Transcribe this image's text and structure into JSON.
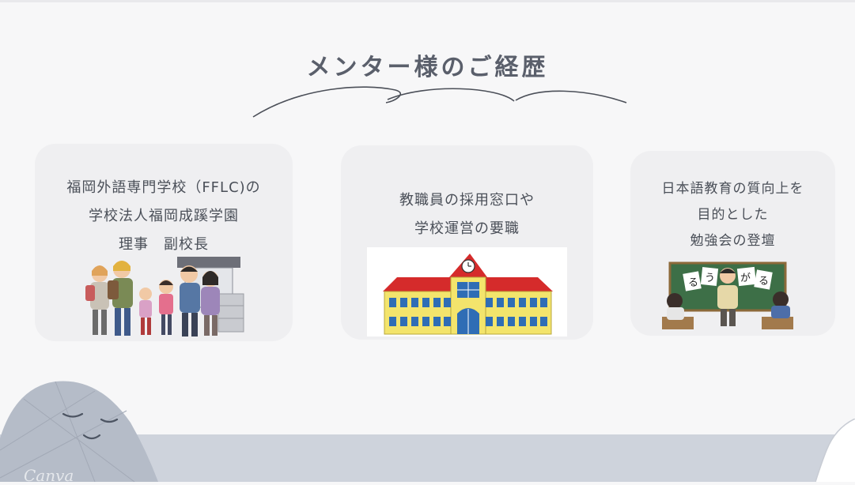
{
  "slide": {
    "title": "メンター様のご経歴",
    "watermark": "Canva"
  },
  "cards": [
    {
      "lines": [
        "福岡外語専門学校（FFLC)の",
        "学校法人福岡成蹊学園",
        "理事　副校長"
      ],
      "illustration": "family-walking-by-house"
    },
    {
      "lines": [
        "教職員の採用窓口や",
        "学校運営の要職"
      ],
      "illustration": "school-building-with-clock"
    },
    {
      "lines": [
        "日本語教育の質向上を",
        "目的とした",
        "勉強会の登壇"
      ],
      "illustration": "teacher-at-blackboard",
      "card_labels": [
        "る",
        "う",
        "が",
        "る"
      ]
    }
  ],
  "colors": {
    "background": "#f7f7f8",
    "card": "#efeff1",
    "title": "#5a5f6b",
    "text": "#4a4f58",
    "footer": "#ced3dc"
  }
}
